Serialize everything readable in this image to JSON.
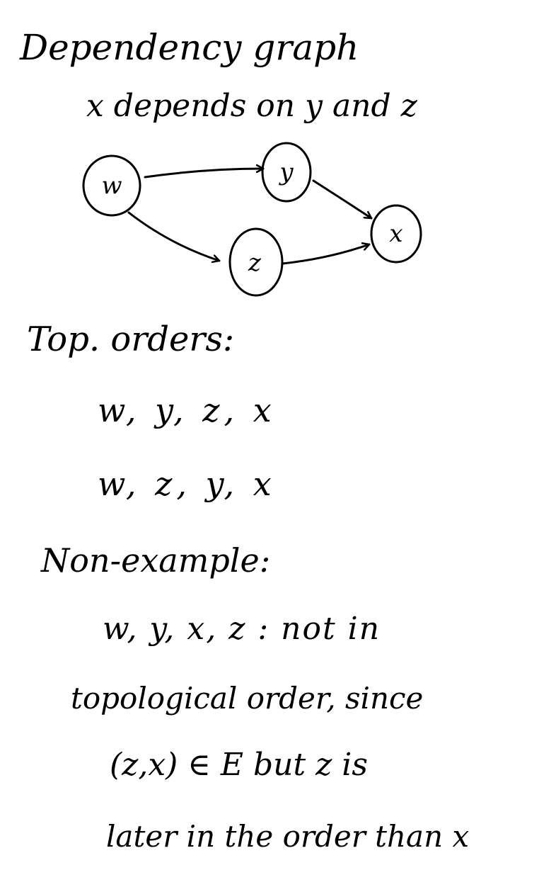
{
  "notes": {
    "title": "Dependency graph",
    "subtitle": "x depends on y and z",
    "top_orders_heading": "Top. orders:",
    "orders": [
      "w, y, z, x",
      "w, z, y, x"
    ],
    "non_example_heading": "Non-example:",
    "non_example_lines": [
      "w, y, x, z : not in",
      "topological order, since",
      "(z,x) ∈ E but z is",
      "later in the order than x"
    ]
  },
  "graph": {
    "nodes": [
      {
        "id": "w",
        "label": "w"
      },
      {
        "id": "y",
        "label": "y"
      },
      {
        "id": "z",
        "label": "z"
      },
      {
        "id": "x",
        "label": "x"
      }
    ],
    "edges": [
      {
        "from": "w",
        "to": "y"
      },
      {
        "from": "w",
        "to": "z"
      },
      {
        "from": "y",
        "to": "x"
      },
      {
        "from": "z",
        "to": "x"
      }
    ]
  },
  "colors": {
    "ink": "#000000",
    "paper": "#ffffff"
  }
}
